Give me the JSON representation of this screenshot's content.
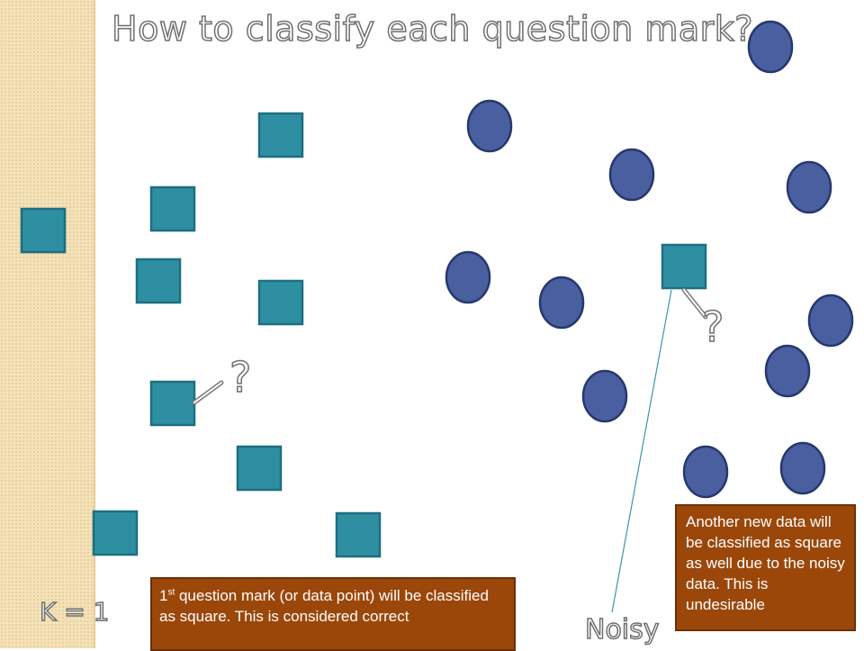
{
  "slide": {
    "title": "How to classify each question mark?",
    "k_label": "K = 1",
    "question_mark_1": "?",
    "question_mark_2": "?",
    "noisy_label": "Noisy",
    "note_1": {
      "ordinal_number": "1",
      "ordinal_suffix": "st",
      "text": " question mark (or data point) will be classified as square. This is considered correct"
    },
    "note_2": {
      "text": "Another new data will be classified as square as well due to the noisy data. This is undesirable"
    }
  },
  "colors": {
    "square_fill": "#2e8fa2",
    "circle_fill": "#4a5fa0",
    "note_background": "#9b470a",
    "sidebar": "#f4e2b8",
    "noisy_line": "#3a95b0"
  }
}
